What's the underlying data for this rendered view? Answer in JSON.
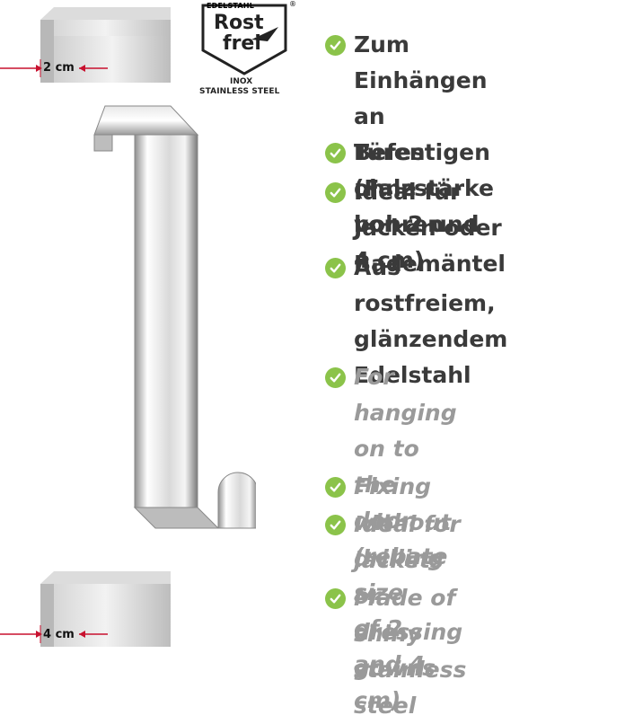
{
  "logo": {
    "top": "EDELSTAHL",
    "registered": "®",
    "word1": "Rost",
    "word2": "frei",
    "inox": "INOX",
    "stainless": "STAINLESS STEEL"
  },
  "dimensions": {
    "top": "2 cm",
    "bottom": "4 cm"
  },
  "features_de": [
    "Zum Einhängen an\nTüren (Falzstärke\nvon 2 und 4 cm)",
    "Befestigen ohne bohren",
    "Ideal für Jacken oder\nBademäntel",
    "Aus rostfreiem,\nglänzendem Edelstahl"
  ],
  "features_en": [
    "For hanging on to the\ndoor (rebate size\nof 2 and 4 cm)",
    "Fixing without drilling",
    "Ideal for jackets or\ndressing gowns",
    "Made of shiny stainless\nsteel"
  ],
  "colors": {
    "check": "#8bc34a",
    "dim_arrow": "#c8102e",
    "text_de": "#3a3a3a",
    "text_en": "#9a9a9a"
  }
}
